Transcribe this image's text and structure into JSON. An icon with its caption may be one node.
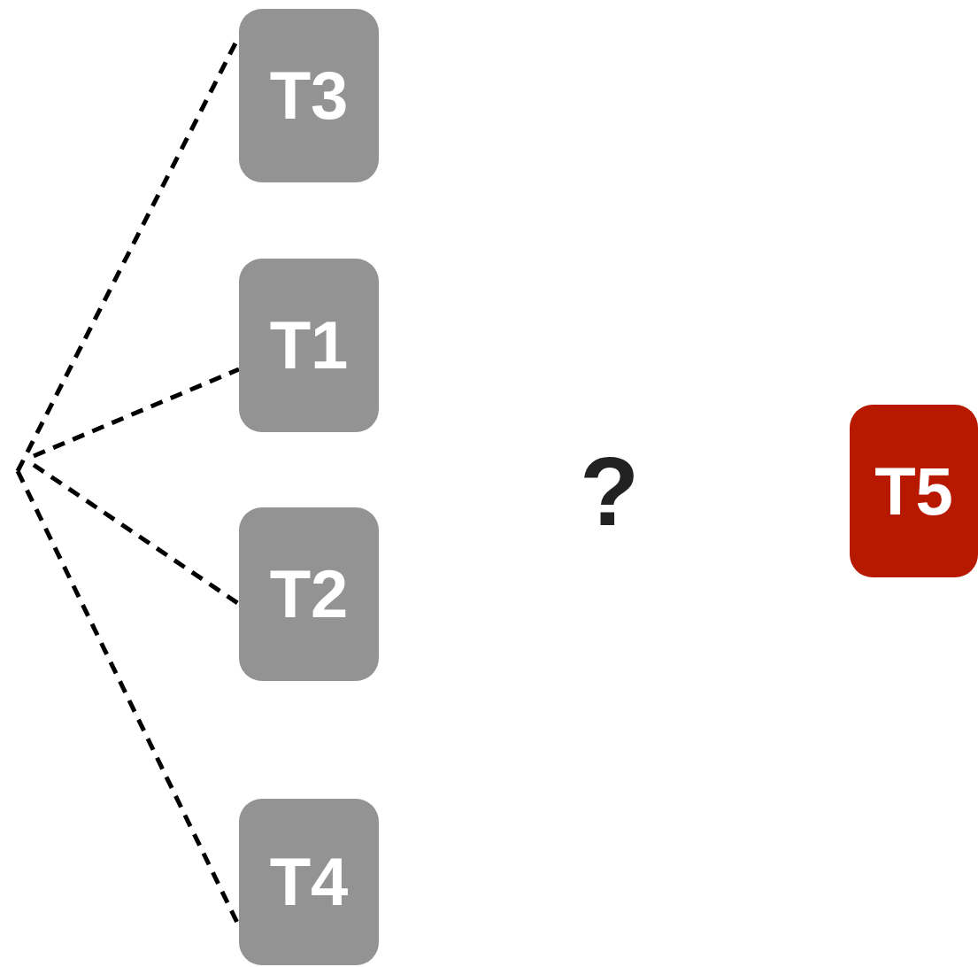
{
  "diagram": {
    "nodes": [
      {
        "text": [
          "T3"
        ]
      },
      {
        "text": [
          "T1"
        ]
      },
      {
        "text": [
          "T2"
        ]
      },
      {
        "text": [
          "T4"
        ]
      },
      {
        "text": [
          "T5"
        ]
      }
    ],
    "edges": [
      {
        "from": null,
        "to": 0,
        "arrow": "none",
        "style": "dashed"
      },
      {
        "from": null,
        "to": 1,
        "arrow": "none",
        "style": "dashed"
      },
      {
        "from": null,
        "to": 2,
        "arrow": "none",
        "style": "dashed"
      },
      {
        "from": null,
        "to": 3,
        "arrow": "none",
        "style": "dashed"
      }
    ],
    "labels": [
      "?"
    ]
  }
}
